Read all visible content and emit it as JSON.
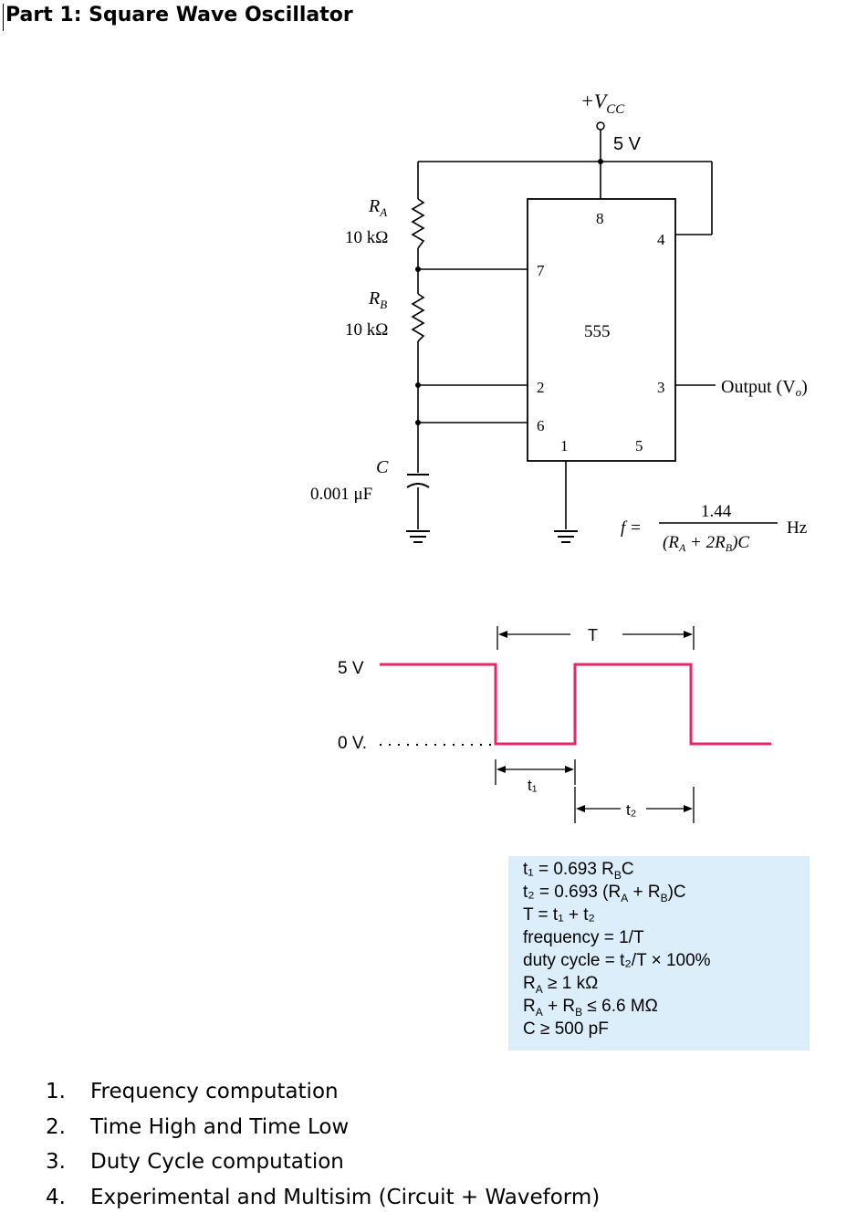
{
  "header": {
    "title": "Part 1: Square Wave Oscillator"
  },
  "circuit": {
    "vcc_label": "+V",
    "vcc_sub": "CC",
    "vcc_value": "5 V",
    "ra_label": "R",
    "ra_sub": "A",
    "ra_value": "10 kΩ",
    "rb_label": "R",
    "rb_sub": "B",
    "rb_value": "10 kΩ",
    "c_label": "C",
    "c_value": "0.001 μF",
    "ic_label": "555",
    "pin_8": "8",
    "pin_4": "4",
    "pin_7": "7",
    "pin_2": "2",
    "pin_6": "6",
    "pin_1": "1",
    "pin_5": "5",
    "pin_3": "3",
    "output_label": "Output (V",
    "output_sub": "o",
    "output_close": ")",
    "freq_lhs": "f =",
    "freq_num": "1.44",
    "freq_den": "(R  + 2R )C",
    "freq_unit": "Hz"
  },
  "waveform": {
    "high_label": "5 V",
    "low_label": "0 V.",
    "period_label": "T",
    "t1_label": "t₁",
    "t2_label": "t₂",
    "color": "#e8246a"
  },
  "formulas": [
    "t₁ = 0.693 R_BC",
    "t₂ = 0.693 (R_A + R_B)C",
    "T = t₁ + t₂",
    "frequency = 1/T",
    "duty cycle = t₂/T × 100%",
    "R_A ≥ 1 kΩ",
    "R_A + R_B ≤ 6.6 MΩ",
    "C ≥ 500 pF"
  ],
  "formula_display": {
    "f1": "t₁ = 0.693 R",
    "f1b": "B",
    "f1c": "C",
    "f2": "t₂ = 0.693 (R",
    "f2b": "A",
    "f2c": " + R",
    "f2d": "B",
    "f2e": ")C",
    "f3": "T = t₁ + t₂",
    "f4": "frequency = 1/T",
    "f5": "duty cycle = t₂/T × 100%",
    "f6": "R",
    "f6b": "A",
    "f6c": " ≥ 1 kΩ",
    "f7": "R",
    "f7b": "A",
    "f7c": " + R",
    "f7d": "B",
    "f7e": " ≤ 6.6 MΩ",
    "f8": "C ≥ 500 pF"
  },
  "tasks": [
    {
      "num": "1.",
      "text": "Frequency computation"
    },
    {
      "num": "2.",
      "text": "Time High and Time Low"
    },
    {
      "num": "3.",
      "text": "Duty Cycle computation"
    },
    {
      "num": "4.",
      "text": "Experimental and Multisim (Circuit + Waveform)"
    }
  ]
}
